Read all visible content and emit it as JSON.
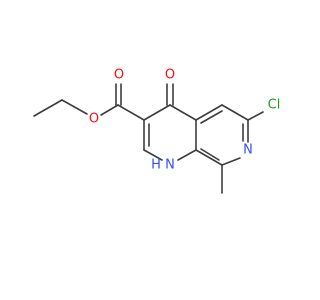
{
  "structure": {
    "atoms": {
      "ester_o1": {
        "text": "O",
        "color": "#ff0d0d"
      },
      "ester_o2": {
        "text": "O",
        "color": "#ff0d0d"
      },
      "keto_o": {
        "text": "O",
        "color": "#ff0d0d"
      },
      "chlorine": {
        "text": "Cl",
        "color": "#1fa01f"
      },
      "ring_n": {
        "text": "N",
        "color": "#3050f8"
      },
      "nh": {
        "text": "H\nN",
        "h": "H",
        "n": "N",
        "color": "#3050f8"
      }
    }
  }
}
